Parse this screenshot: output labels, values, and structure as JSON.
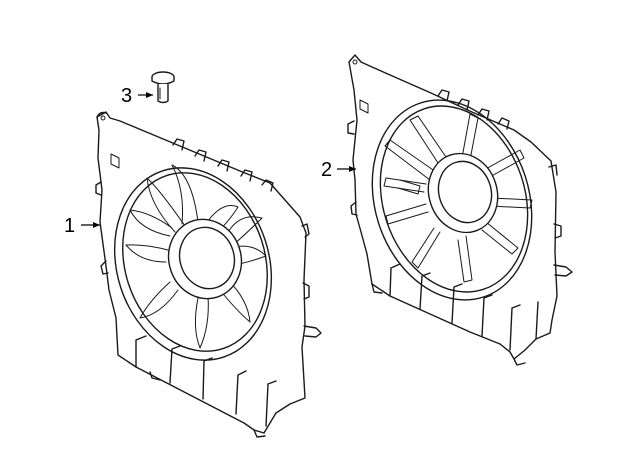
{
  "callouts": [
    {
      "id": "1",
      "label": "1"
    },
    {
      "id": "2",
      "label": "2"
    },
    {
      "id": "3",
      "label": "3"
    }
  ],
  "parts": [
    {
      "callout": "1",
      "icon": "fan-shroud-assembly-icon"
    },
    {
      "callout": "2",
      "icon": "fan-shroud-assembly-rear-icon"
    },
    {
      "callout": "3",
      "icon": "bolt-icon"
    }
  ]
}
